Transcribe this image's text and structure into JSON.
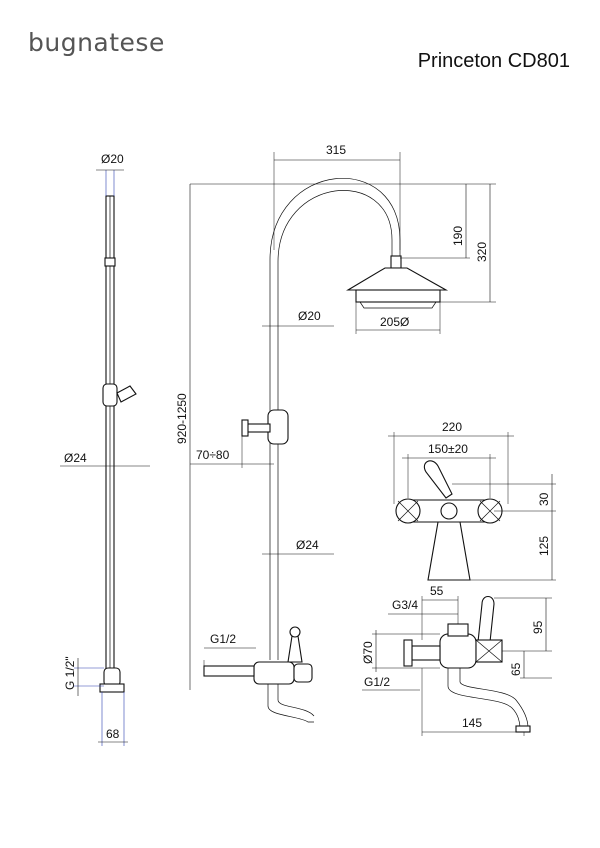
{
  "header": {
    "brand": "bugnatese",
    "model": "Princeton CD801"
  },
  "dimensions": {
    "side_view": {
      "tube_top_diameter": "Ø20",
      "tube_diameter": "Ø24",
      "inlet_thread": "G 1/2\"",
      "depth": "68"
    },
    "front_view": {
      "arm_reach": "315",
      "head_drop": "190",
      "head_height": "320",
      "head_diameter": "205Ø",
      "upper_tube_diameter": "Ø20",
      "lower_tube_diameter": "Ø24",
      "column_height": "920-1250",
      "bracket_offset": "70÷80",
      "inlet_thread": "G1/2"
    },
    "mixer_front": {
      "width": "220",
      "centers": "150±20",
      "handle_height": "30",
      "body_height": "125"
    },
    "mixer_side": {
      "top_offset": "55",
      "outlet_thread": "G3/4",
      "upper_height": "95",
      "body_diameter": "Ø70",
      "lower_height": "65",
      "inlet_thread": "G1/2",
      "spout_length": "145"
    }
  }
}
